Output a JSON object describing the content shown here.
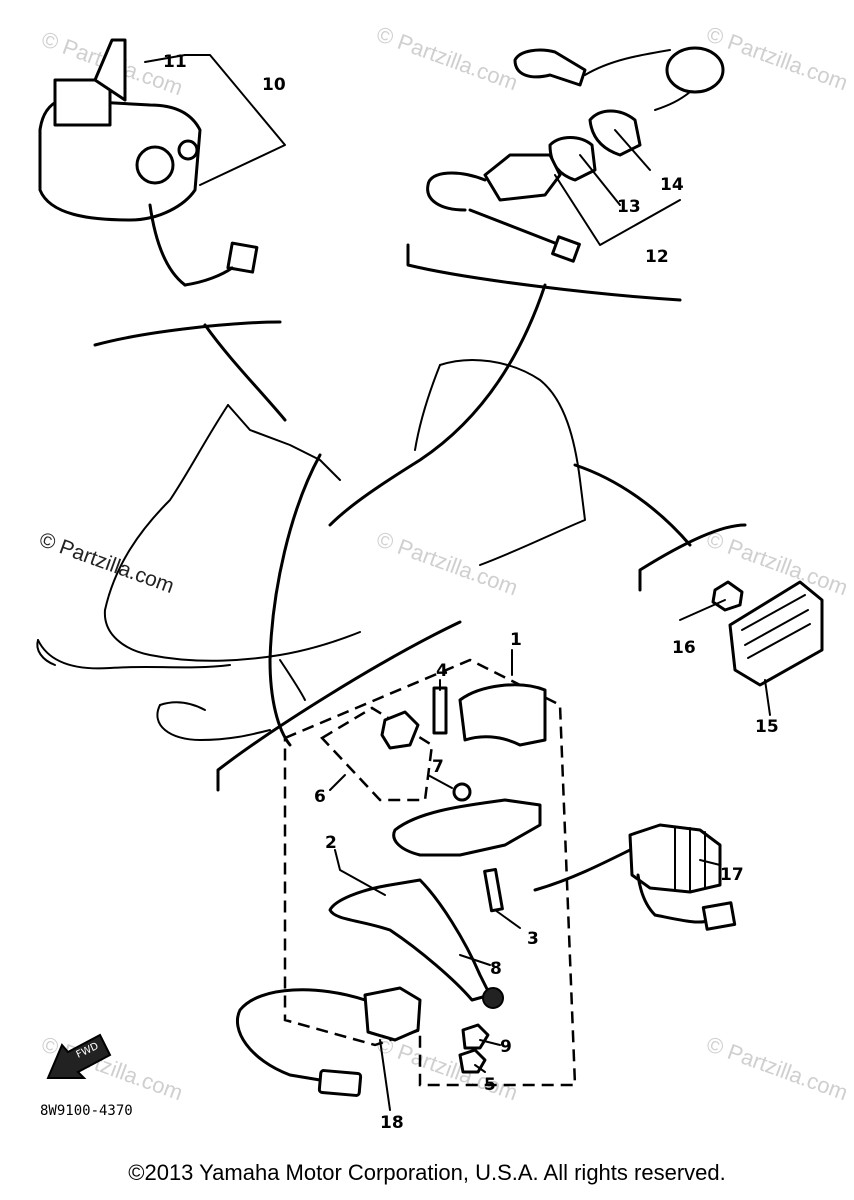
{
  "watermarks": {
    "text": "© Partzilla.com"
  },
  "callouts": [
    "1",
    "2",
    "3",
    "4",
    "5",
    "6",
    "7",
    "8",
    "9",
    "10",
    "11",
    "12",
    "13",
    "14",
    "15",
    "16",
    "17",
    "18"
  ],
  "diagram_code": "8W9100-4370",
  "fwd_label": "FWD",
  "copyright": "©2013 Yamaha Motor Corporation, U.S.A. All rights reserved."
}
